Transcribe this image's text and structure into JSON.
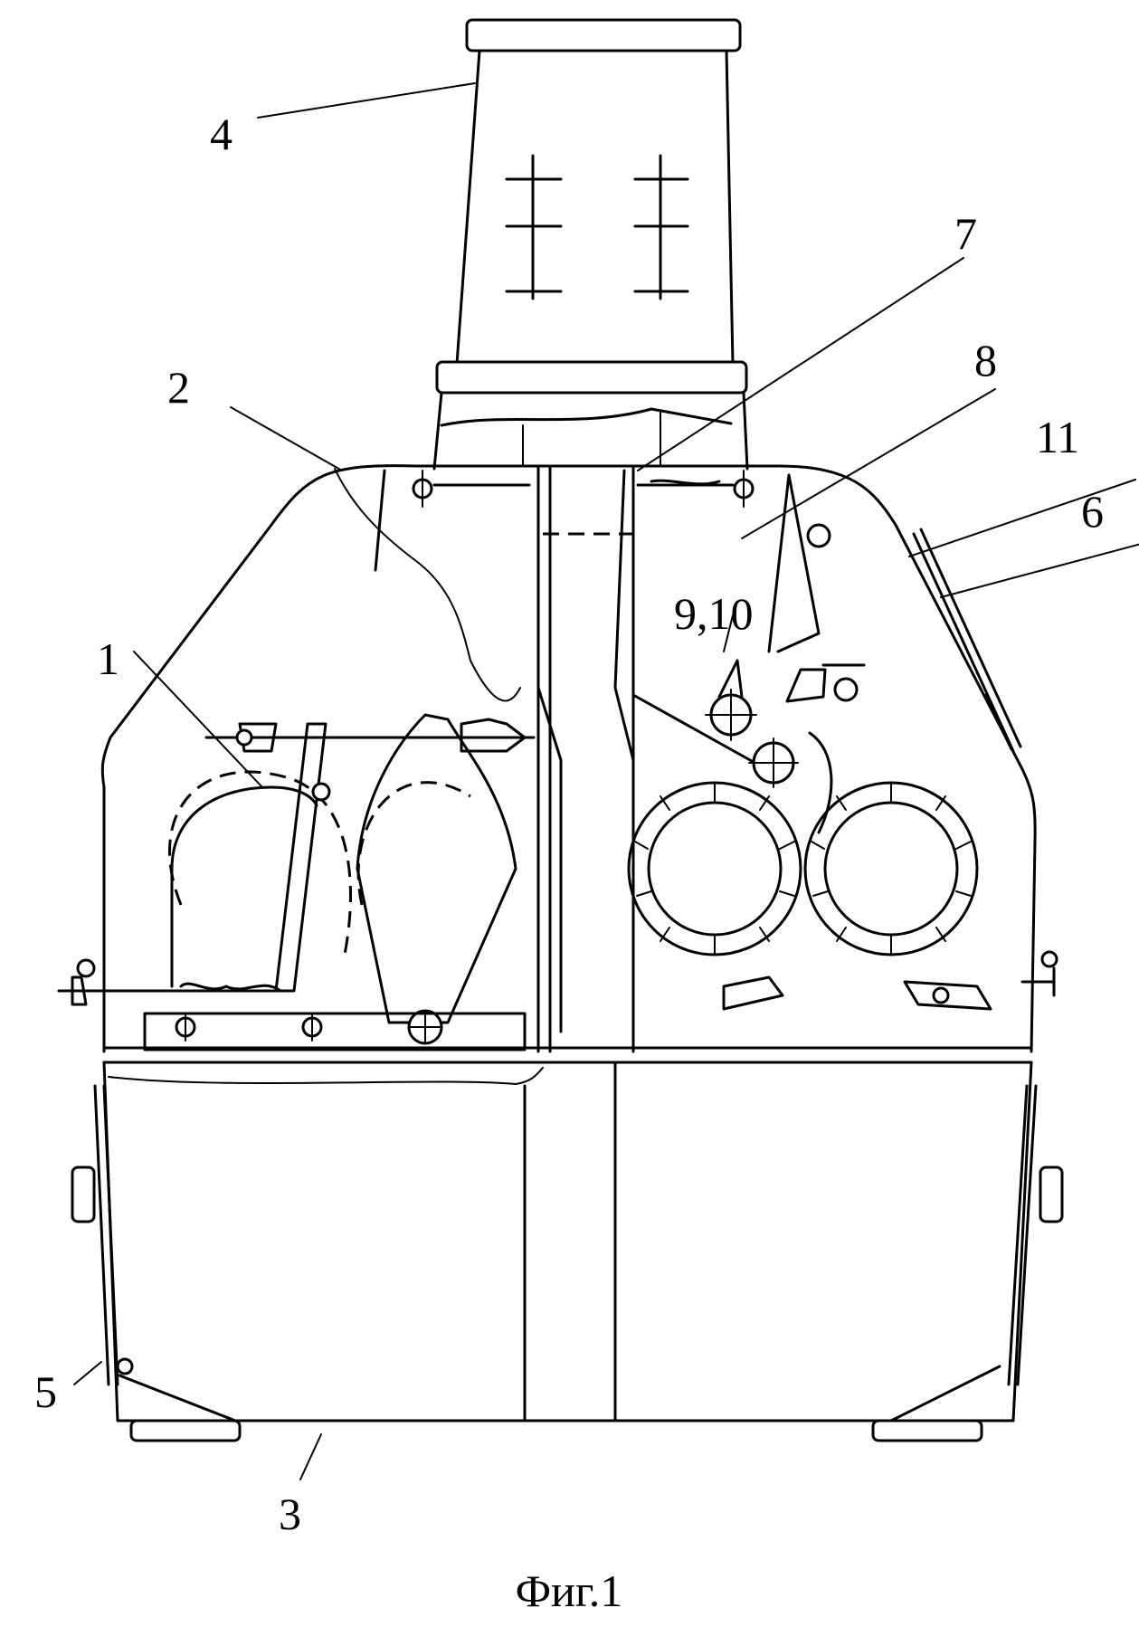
{
  "figure": {
    "caption": "Фиг.1",
    "labels": {
      "l1": "1",
      "l2": "2",
      "l3": "3",
      "l4": "4",
      "l5": "5",
      "l6": "6",
      "l7": "7",
      "l8": "8",
      "l9_10": "9,10",
      "l11": "11"
    }
  }
}
